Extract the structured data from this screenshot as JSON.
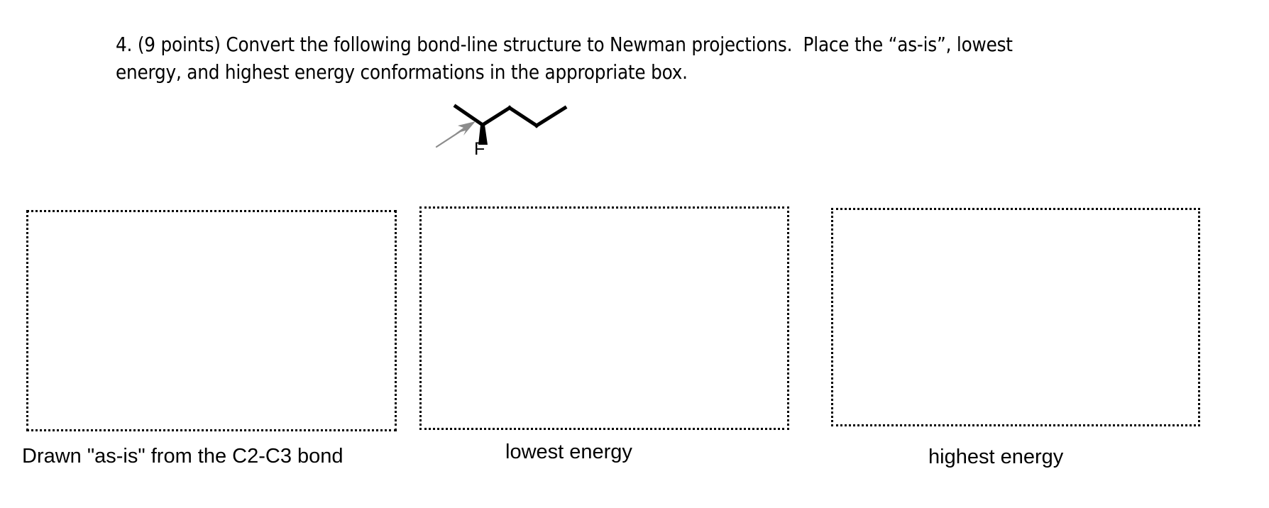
{
  "question": {
    "number": "4.",
    "points": "(9 points)",
    "line1": "4. (9 points) Convert the following bond-line structure to Newman projections.  Place the “as-is”, lowest",
    "line2": "energy, and highest energy conformations in the appropriate box.",
    "full_text": "4. (9 points) Convert the following bond-line structure to Newman projections.  Place the “as-is”, lowest energy, and highest energy conformations in the appropriate box."
  },
  "molecule": {
    "name": "bond-line-structure",
    "substituent_label": "F",
    "bond_color": "#000000",
    "arrow_color": "#808080",
    "stereo_bond": "solid-wedge",
    "skeleton_vertices": "CH3-CH(F)-CH2-CH2-CH3"
  },
  "boxes": [
    {
      "id": "as-is",
      "caption": "Drawn \"as-is\" from the C2-C3 bond",
      "border_style": "dotted",
      "border_color": "#000000",
      "content": ""
    },
    {
      "id": "lowest",
      "caption": "lowest energy",
      "border_style": "dotted",
      "border_color": "#000000",
      "content": ""
    },
    {
      "id": "highest",
      "caption": "highest energy",
      "border_style": "dotted",
      "border_color": "#000000",
      "content": ""
    }
  ],
  "page": {
    "background_color": "#ffffff",
    "text_color": "#000000"
  }
}
